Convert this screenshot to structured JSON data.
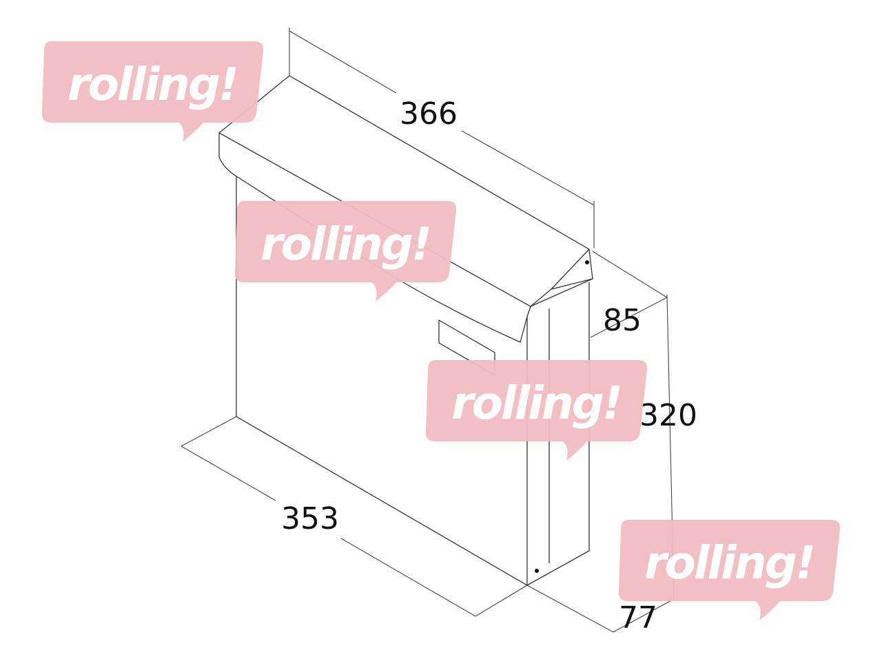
{
  "dimensions": {
    "length_top": "366",
    "depth_top": "85",
    "height": "320",
    "length_bottom": "353",
    "depth_bottom": "77"
  },
  "watermark": {
    "text": "rolling!",
    "color": "#f2bcc2"
  }
}
